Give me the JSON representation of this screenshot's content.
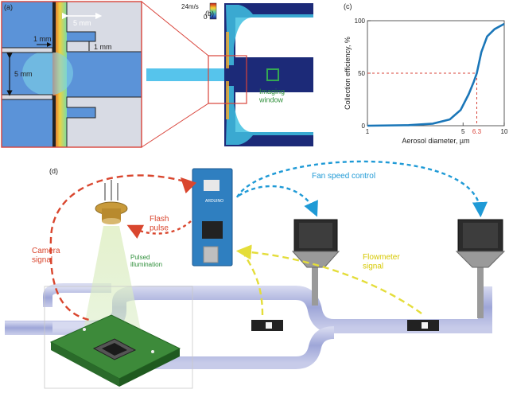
{
  "panels": {
    "a": "(a)",
    "b": "(b)",
    "c": "(c)",
    "d": "(d)"
  },
  "panel_a": {
    "dim_top": "5 mm",
    "dim_gap_left": "1 mm",
    "dim_gap_right": "1 mm",
    "dim_channel": "5 mm"
  },
  "colorbar": {
    "max_label": "24m/s",
    "min_label": "0"
  },
  "panel_b": {
    "imaging_window": "Imaging\nwindow"
  },
  "panel_d": {
    "fan_speed_control": "Fan speed control",
    "flash_pulse": "Flash\npulse",
    "camera_signal": "Camera\nsignal",
    "pulsed_illumination": "Pulsed\nillumination",
    "flowmeter_signal": "Flowmeter\nsignal",
    "board_label": "ARDUINO"
  },
  "colors": {
    "panel_border": "#d9433a",
    "red_arrow": "#d9462e",
    "blue_arrow": "#1f9ad6",
    "yellow_arrow": "#e4dd3a",
    "green_text": "#2f8f3a",
    "curve": "#1a76b8",
    "dashed_red": "#d9433a",
    "duct": "#aeb4de"
  },
  "chart_data": {
    "type": "line",
    "xlabel": "Aerosol diameter, µm",
    "ylabel": "Collection efficiency, %",
    "xscale": "log",
    "xlim": [
      1,
      10
    ],
    "ylim": [
      0,
      100
    ],
    "xticks": [
      1,
      5,
      10
    ],
    "yticks": [
      0,
      50,
      100
    ],
    "x": [
      1,
      2,
      3,
      4,
      4.8,
      5.5,
      6.0,
      6.3,
      6.8,
      7.5,
      8.5,
      10
    ],
    "y": [
      0,
      0.5,
      2,
      6,
      15,
      30,
      42,
      50,
      70,
      85,
      92,
      97
    ],
    "annotation": {
      "x": 6.3,
      "y": 50,
      "label": "6.3"
    },
    "grid": false
  }
}
